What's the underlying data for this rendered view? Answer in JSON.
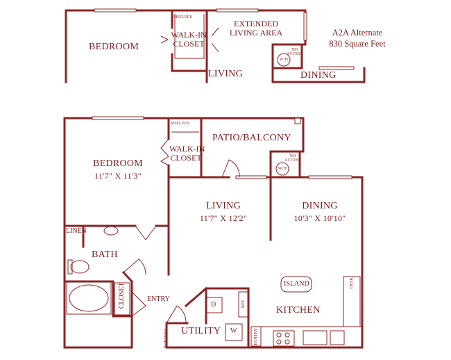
{
  "plan_name": "A2A Alternate",
  "area": "830 Square Feet",
  "alternate_layout": {
    "bedroom": "BEDROOM",
    "walk_in_closet": [
      "WALK-IN",
      "CLOSET"
    ],
    "extended_living": [
      "EXTENDED",
      "LIVING AREA"
    ],
    "living": "LIVING",
    "dining": "DINING",
    "shelves": "SHELVES",
    "no_access": [
      "NO",
      "ACCESS"
    ],
    "water_heater": "W/H"
  },
  "main_layout": {
    "bedroom": {
      "name": "BEDROOM",
      "size": "11'7\" X 11'3\""
    },
    "walk_in_closet": [
      "WALK-IN",
      "CLOSET"
    ],
    "patio": "PATIO/BALCONY",
    "living": {
      "name": "LIVING",
      "size": "11'7\" X 12'2\""
    },
    "dining": {
      "name": "DINING",
      "size": "10'3\" X 10'10\""
    },
    "linen": "LINEN",
    "bath": "BATH",
    "closet": "CLOSET",
    "entry": "ENTRY",
    "utility": "UTILITY",
    "dryer": "D",
    "washer": "W",
    "ref": "REF",
    "pantry": "PANTRY",
    "island": "ISLAND",
    "desk": "DESK",
    "kitchen": "KITCHEN",
    "shelves": "SHELVES",
    "no_access": [
      "NO",
      "ACCESS"
    ],
    "water_heater": "W/H"
  }
}
